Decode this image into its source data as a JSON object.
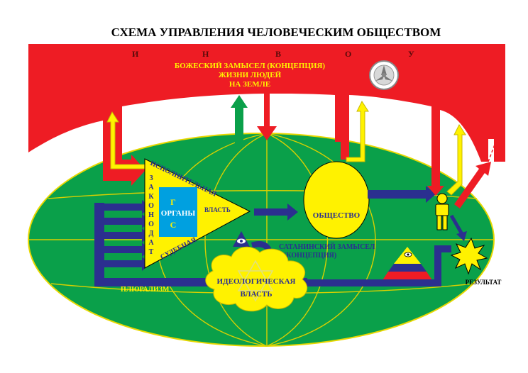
{
  "title": "СХЕМА УПРАВЛЕНИЯ ЧЕЛОВЕЧЕСКИМ ОБЩЕСТВОМ",
  "top_banner": {
    "letters": [
      "И",
      "Н",
      "В",
      "О",
      "У"
    ],
    "concept_line1": "БОЖЕСКИЙ ЗАМЫСЕЛ (КОНЦЕПЦИЯ)",
    "concept_line2": "ЖИЗНИ ЛЮДЕЙ",
    "concept_line3": "НА ЗЕМЛЕ"
  },
  "triangle": {
    "left_side": [
      "З",
      "А",
      "К",
      "О",
      "Н",
      "О",
      "Д",
      "А",
      "Т"
    ],
    "top_side": "ИСПОЛНИТЕЛЬНАЯ",
    "right_side": "ВЛАСТЬ",
    "bottom_side": "СУДЕБНАЯ",
    "inner_g": "Г",
    "inner_organs": "ОРГАНЫ",
    "inner_s": "С"
  },
  "society": "ОБЩЕСТВО",
  "satanic_line1": "САТАНИНСКИЙ ЗАМЫСЕЛ",
  "satanic_line2": "(КОНЦЕПЦИЯ)",
  "ideology_line1": "ИДЕОЛОГИЧЕСКАЯ",
  "ideology_line2": "ВЛАСТЬ",
  "pluralism": "ПЛЮРАЛИЗМ",
  "result": "РЕЗУЛЬТАТ",
  "colors": {
    "red": "#ee1c24",
    "green": "#0aa04a",
    "yellow": "#fff200",
    "navy": "#2b2f8f",
    "cyan": "#00a0e0"
  }
}
